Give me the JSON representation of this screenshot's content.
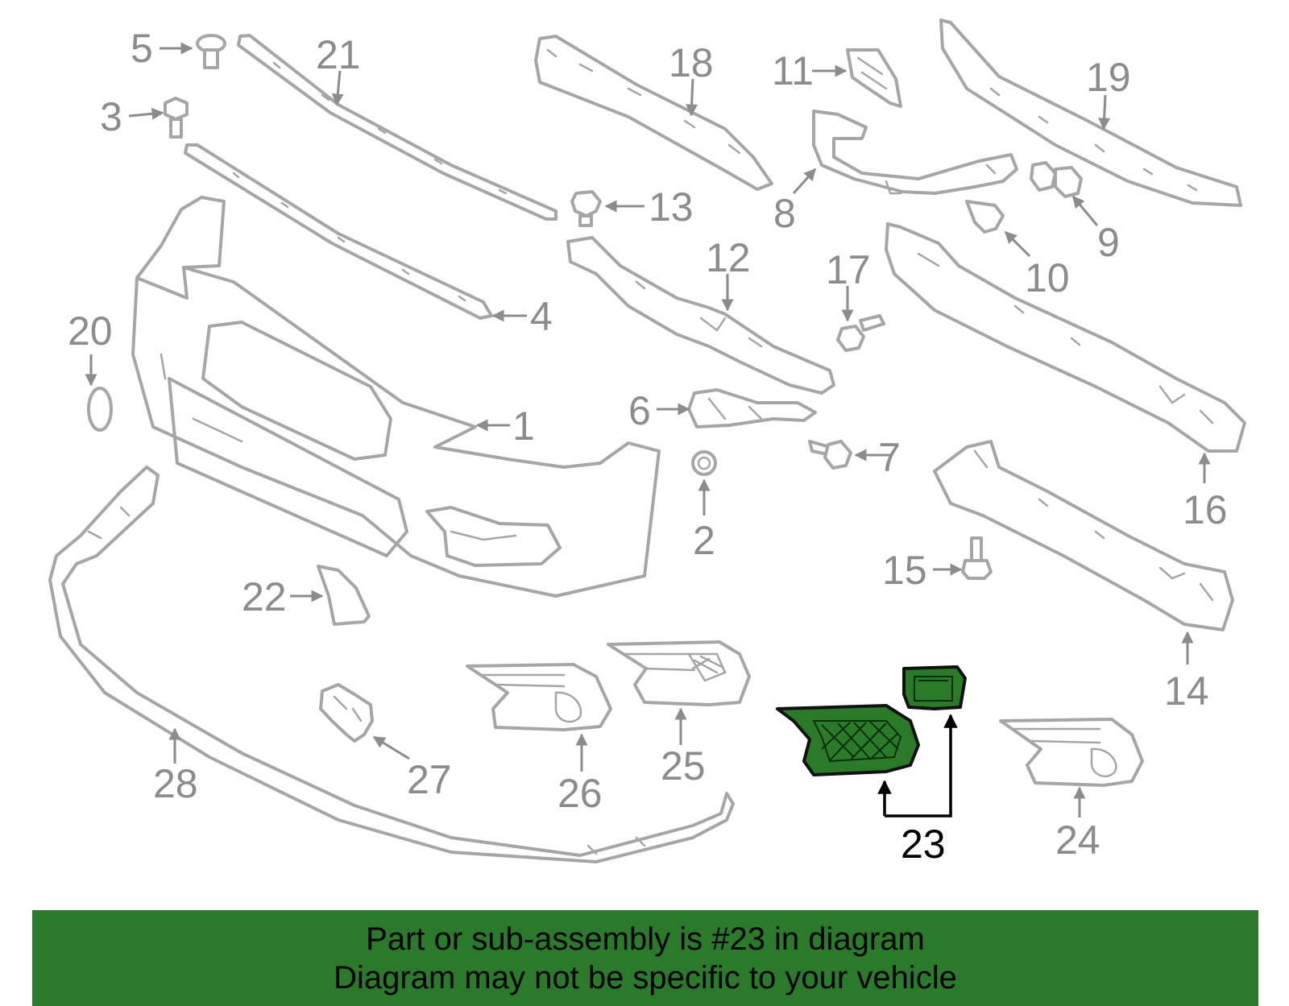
{
  "callouts": {
    "c1": "1",
    "c2": "2",
    "c3": "3",
    "c4": "4",
    "c5": "5",
    "c6": "6",
    "c7": "7",
    "c8": "8",
    "c9": "9",
    "c10": "10",
    "c11": "11",
    "c12": "12",
    "c13": "13",
    "c14": "14",
    "c15": "15",
    "c16": "16",
    "c17": "17",
    "c18": "18",
    "c19": "19",
    "c20": "20",
    "c21": "21",
    "c22": "22",
    "c23": "23",
    "c24": "24",
    "c25": "25",
    "c26": "26",
    "c27": "27",
    "c28": "28"
  },
  "highlighted_part": "23",
  "colors": {
    "highlight": "#2a7a2a",
    "banner": "#2b7a2b",
    "parts": "#a6a6a6",
    "callouts": "#8c8c8c"
  },
  "banner": {
    "line1": "Part or sub-assembly is #23 in diagram",
    "line2": "Diagram may not be specific to your vehicle"
  }
}
